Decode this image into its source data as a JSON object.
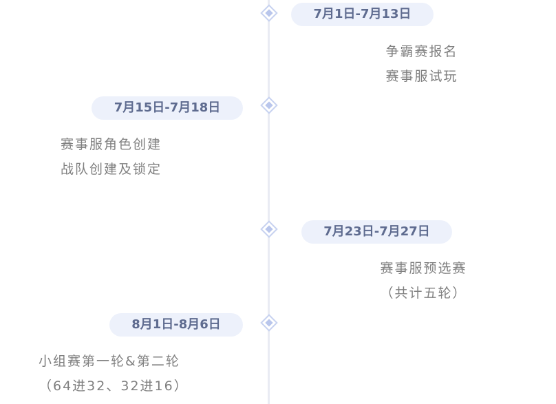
{
  "timeline": [
    {
      "date": "7月1日-7月13日",
      "side": "right",
      "lines": [
        "争霸赛报名",
        "赛事服试玩"
      ]
    },
    {
      "date": "7月15日-7月18日",
      "side": "left",
      "lines": [
        "赛事服角色创建",
        "战队创建及锁定"
      ]
    },
    {
      "date": "7月23日-7月27日",
      "side": "right",
      "lines": [
        "赛事服预选赛",
        "（共计五轮）"
      ]
    },
    {
      "date": "8月1日-8月6日",
      "side": "left",
      "lines": [
        "小组赛第一轮&第二轮",
        "（64进32、32进16）"
      ]
    }
  ],
  "icons": {
    "node": "diamond-node-icon"
  },
  "colors": {
    "axis": "#e9ebf3",
    "pill_bg": "#edf1fb",
    "date_text": "#5e6b8f",
    "desc_text": "#7f7f7f",
    "diamond": "#b9c6ec"
  }
}
